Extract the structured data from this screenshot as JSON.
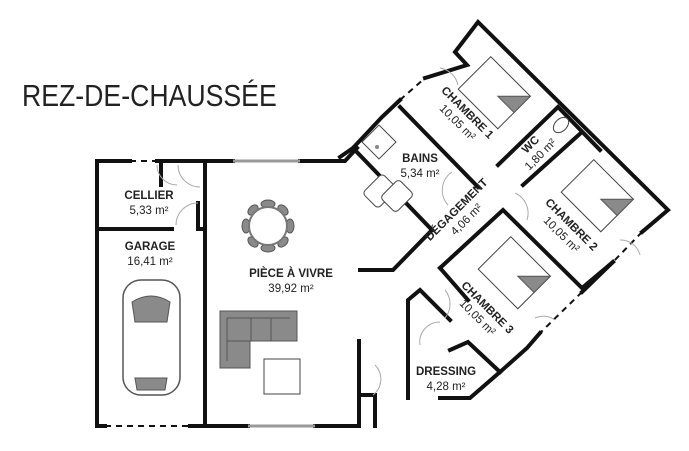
{
  "title": "REZ-DE-CHAUSSÉE",
  "rooms": {
    "cellier": {
      "name": "CELLIER",
      "area": "5,33 m²"
    },
    "garage": {
      "name": "GARAGE",
      "area": "16,41 m²"
    },
    "piece_a_vivre": {
      "name": "PIÈCE À VIVRE",
      "area": "39,92 m²"
    },
    "bains": {
      "name": "BAINS",
      "area": "5,34 m²"
    },
    "chambre1": {
      "name": "CHAMBRE 1",
      "area": "10,05 m²"
    },
    "wc": {
      "name": "WC",
      "area": "1,80 m²"
    },
    "degagement": {
      "name": "DÉGAGEMENT",
      "area": "4,06 m²"
    },
    "chambre2": {
      "name": "CHAMBRE 2",
      "area": "10,05 m²"
    },
    "chambre3": {
      "name": "CHAMBRE 3",
      "area": "10,05 m²"
    },
    "dressing": {
      "name": "DRESSING",
      "area": "4,28 m²"
    }
  }
}
